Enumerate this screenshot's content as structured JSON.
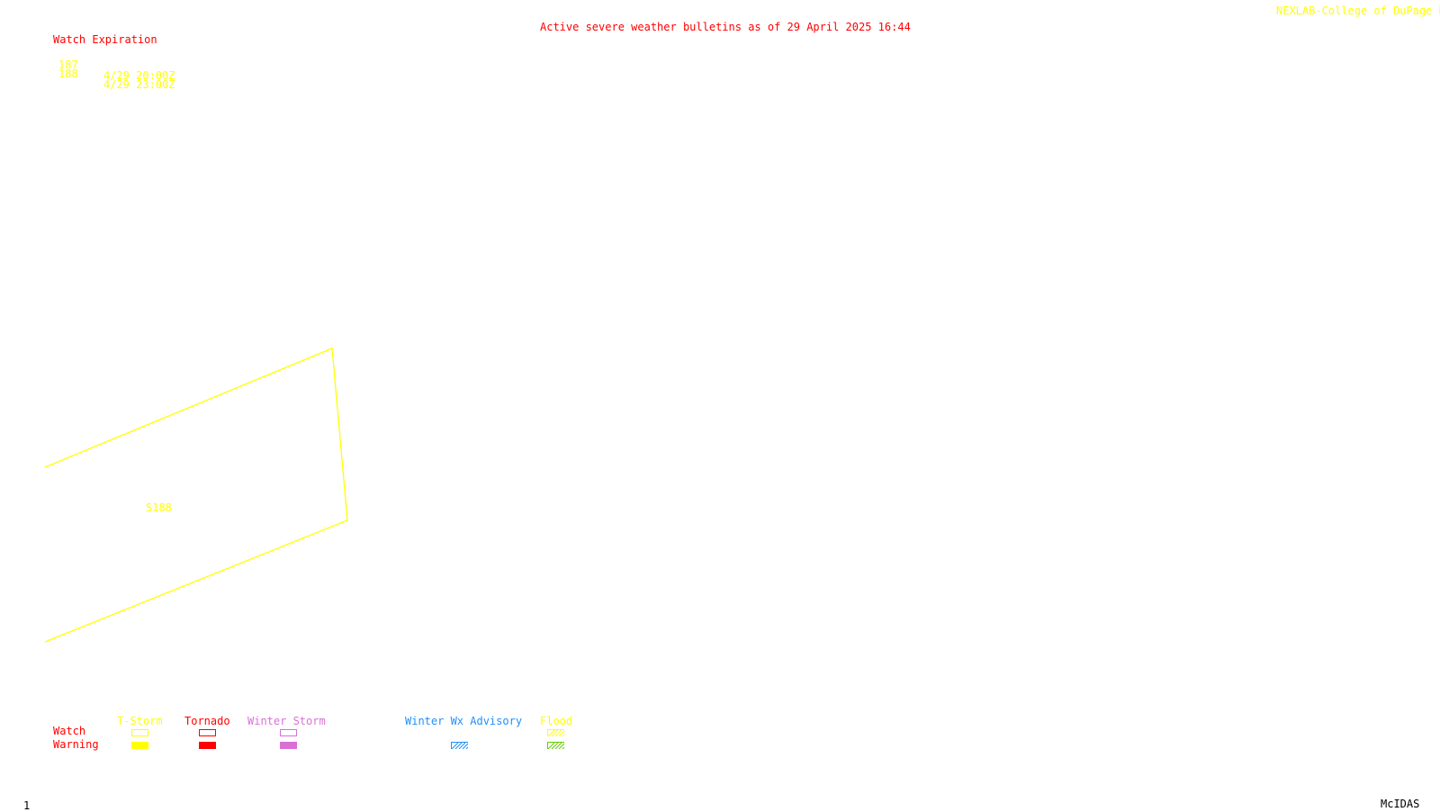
{
  "header": {
    "title": "Active severe weather bulletins as of 29 April 2025 16:44",
    "credit": "NEXLAB-College of DuPage R"
  },
  "watch_expiration": {
    "heading": "Watch Expiration",
    "rows": [
      {
        "number": "187",
        "expires": "4/29 20:00Z"
      },
      {
        "number": "188",
        "expires": "4/29 23:00Z"
      }
    ]
  },
  "map": {
    "watch_polygon": {
      "label": "S188",
      "color": "#ffff00"
    }
  },
  "legend": {
    "row_labels": {
      "watch": "Watch",
      "warning": "Warning"
    },
    "categories": [
      {
        "label": "T-Storm",
        "color": "#ffff00",
        "watch_style": "outline",
        "warning_style": "solid"
      },
      {
        "label": "Tornado",
        "color": "#ff0000",
        "watch_style": "outline",
        "warning_style": "solid"
      },
      {
        "label": "Winter Storm",
        "color": "#da70d6",
        "watch_style": "outline",
        "warning_style": "solid"
      },
      {
        "label": "Winter Wx Advisory",
        "color": "#1e90ff",
        "watch_style": "none",
        "warning_style": "hatched"
      },
      {
        "label": "Flood",
        "color": "#ffff00",
        "watch_style": "hatched",
        "warning_style": "hatched",
        "warning_color": "#66cc00"
      }
    ]
  },
  "footer": {
    "frame_number": "1",
    "software": "McIDAS"
  },
  "colors": {
    "background": "#ffffff",
    "alert_red": "#ff0000",
    "watch_yellow": "#ffff00"
  }
}
